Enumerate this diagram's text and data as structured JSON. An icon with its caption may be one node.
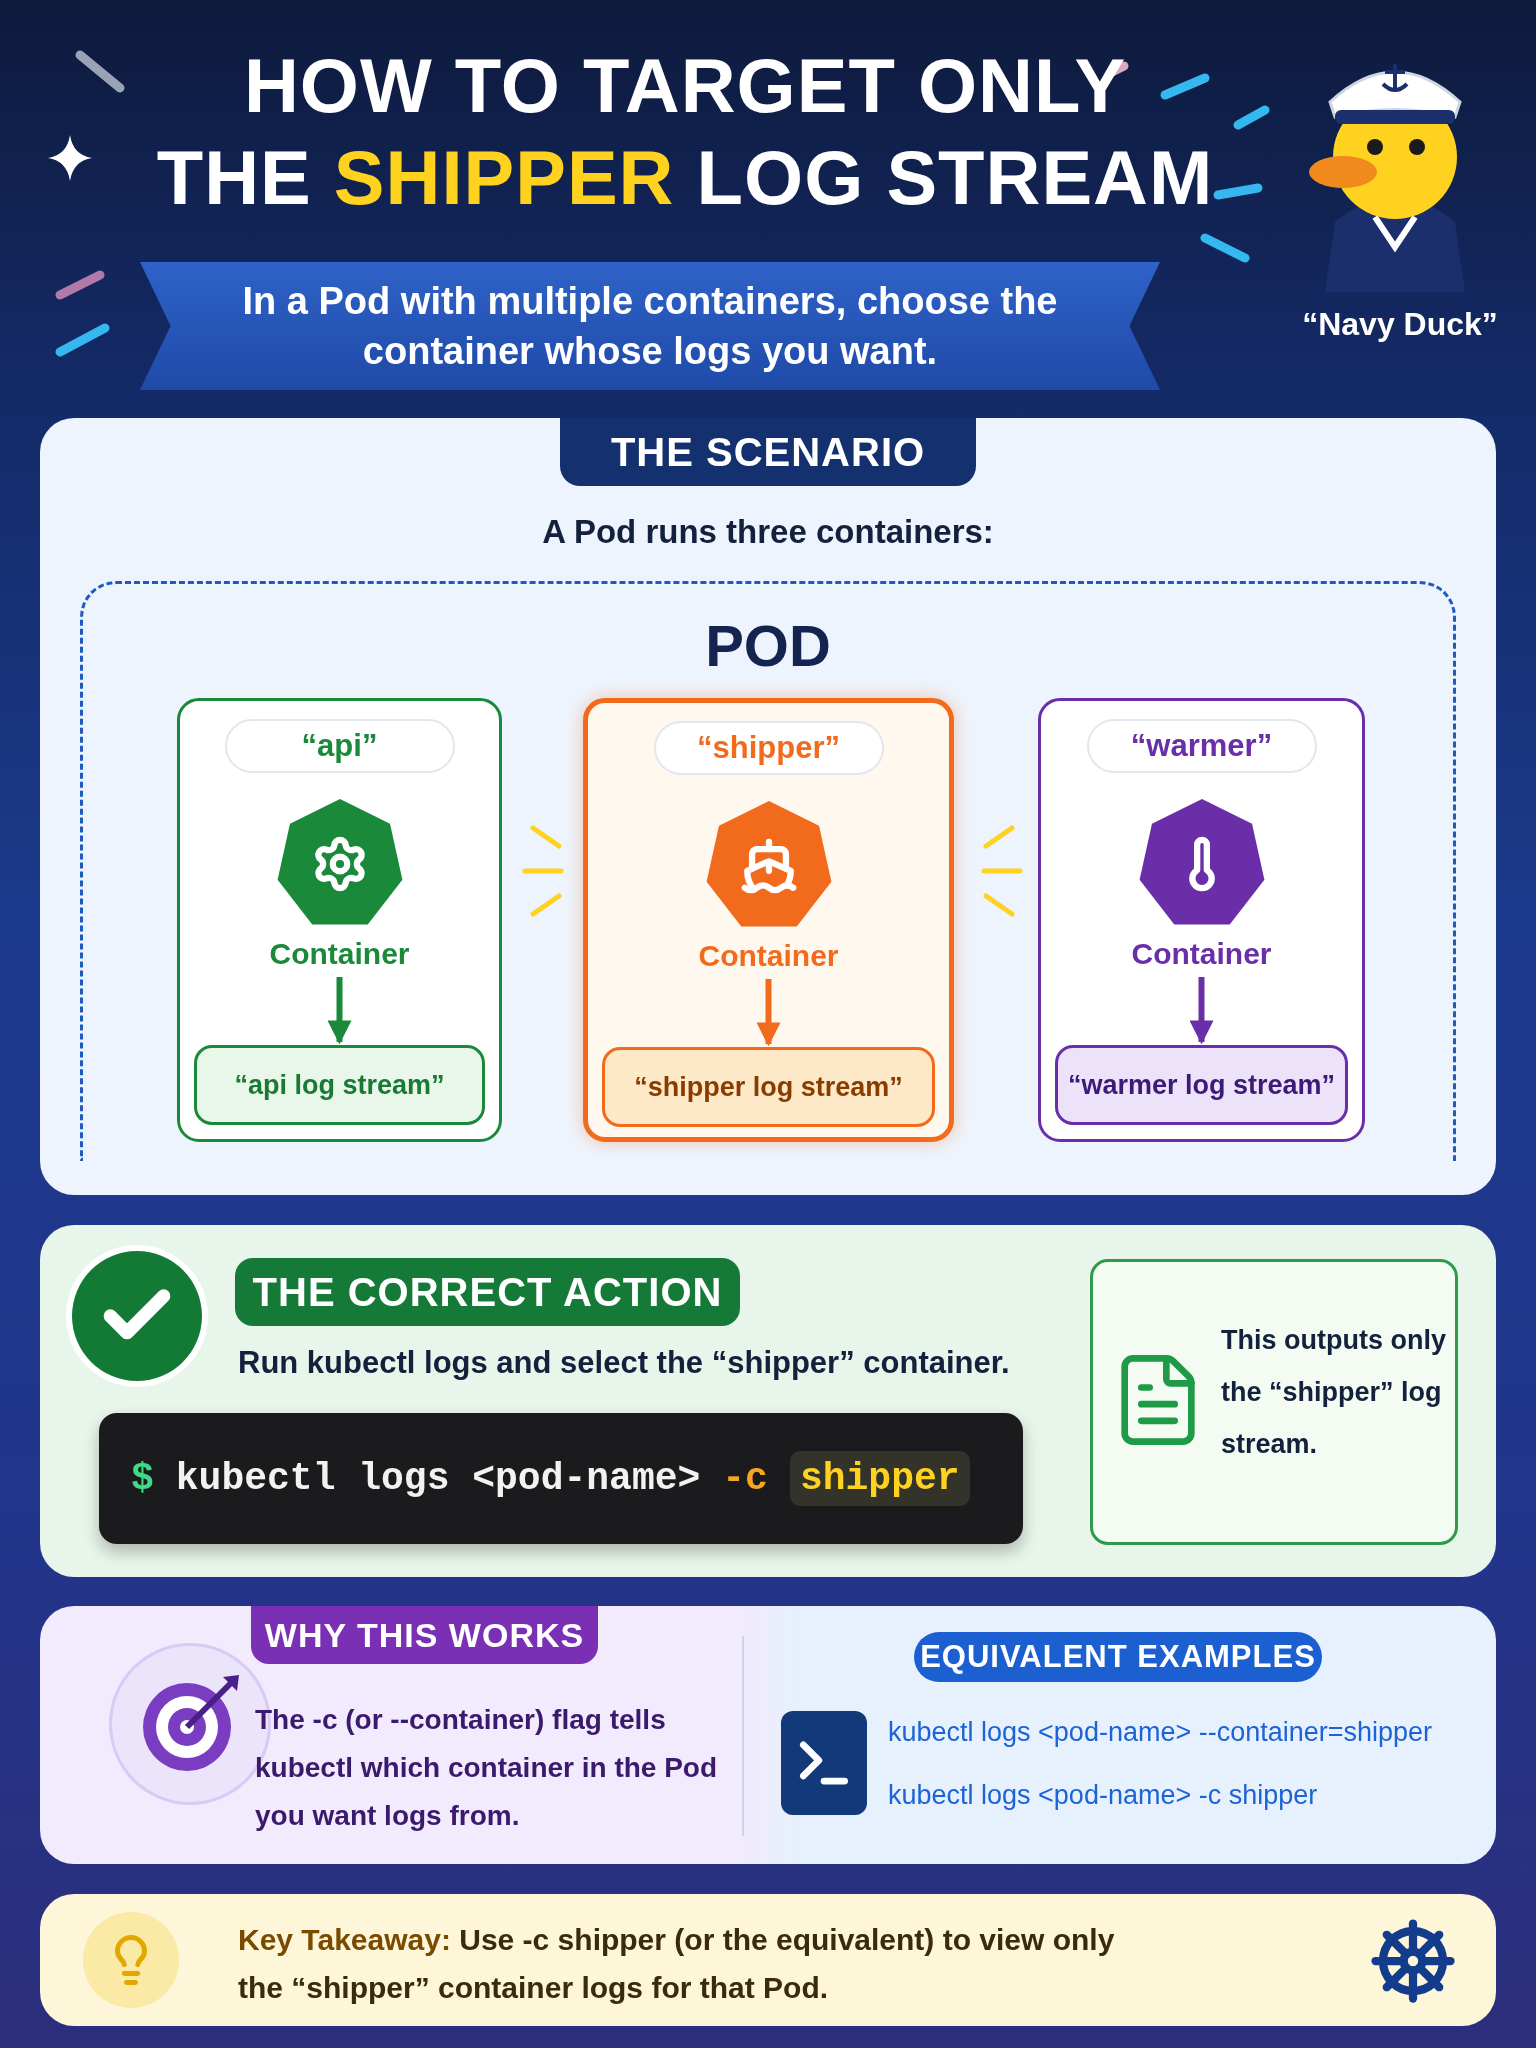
{
  "diagram": {
    "title": "HOW TO TARGET ONLY THE *SHIPPER* LOG STREAM",
    "nodes": [
      {
        "text": [
          "THE SCENARIO",
          "A Pod runs three containers:"
        ]
      },
      {
        "text": [
          "POD"
        ],
        "in": 0
      },
      {
        "text": [
          "“api”"
        ],
        "in": 1
      },
      {
        "text": [
          "Container"
        ],
        "in": 2
      },
      {
        "text": [
          "“api log stream”"
        ],
        "in": 2
      },
      {
        "text": [
          "“shipper”"
        ],
        "in": 1
      },
      {
        "text": [
          "Container"
        ],
        "in": 5
      },
      {
        "text": [
          "“shipper log stream”"
        ],
        "in": 5
      },
      {
        "text": [
          "“warmer”"
        ],
        "in": 1
      },
      {
        "text": [
          "Container"
        ],
        "in": 8
      },
      {
        "text": [
          "“warmer log stream”"
        ],
        "in": 8
      },
      {
        "text": [
          "THE CORRECT ACTION",
          "Run kubectl logs and select the “shipper” container."
        ]
      },
      {
        "text": [
          "$",
          "kubectl logs <pod-name>",
          "-c",
          "shipper"
        ],
        "in": 11
      },
      {
        "text": [
          "This outputs only the “shipper” log stream."
        ],
        "in": 11
      },
      {
        "text": [
          "WHY THIS WORKS",
          "The -c (or --container) flag tells kubectl which container in the Pod you want logs from."
        ]
      },
      {
        "text": [
          "EQUIVALENT EXAMPLES",
          "kubectl logs <pod-name> --container=shipper",
          "kubectl logs <pod-name> -c shipper"
        ]
      },
      {
        "text": [
          "**Key Takeaway:**  Use -c shipper (or the equivalent) to view only the “shipper” container logs for that Pod."
        ]
      }
    ],
    "edges": [
      {
        "from": 3,
        "to": 4,
        "arrow": "to",
        "color": "#1a8a3a"
      },
      {
        "from": 6,
        "to": 7,
        "arrow": "to",
        "color": "#f26b1d"
      },
      {
        "from": 9,
        "to": 10,
        "arrow": "to",
        "color": "#6a2fa8"
      }
    ],
    "labels": [
      "In a Pod with multiple containers, choose the container whose logs you want.",
      "“Navy Duck”"
    ]
  }
}
